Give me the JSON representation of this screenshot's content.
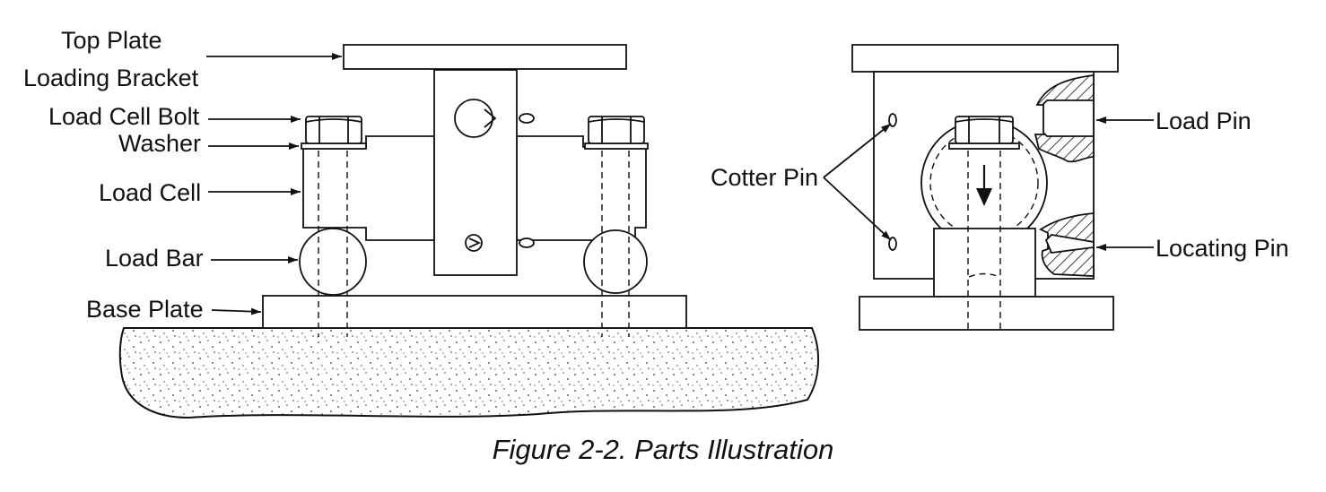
{
  "labels": {
    "top_plate": "Top Plate",
    "loading_bracket": "Loading Bracket",
    "load_cell_bolt": "Load Cell Bolt",
    "washer": "Washer",
    "load_cell": "Load Cell",
    "load_bar": "Load Bar",
    "base_plate": "Base Plate",
    "cotter_pin": "Cotter Pin",
    "load_pin": "Load Pin",
    "locating_pin": "Locating Pin"
  },
  "caption": "Figure 2-2. Parts Illustration"
}
